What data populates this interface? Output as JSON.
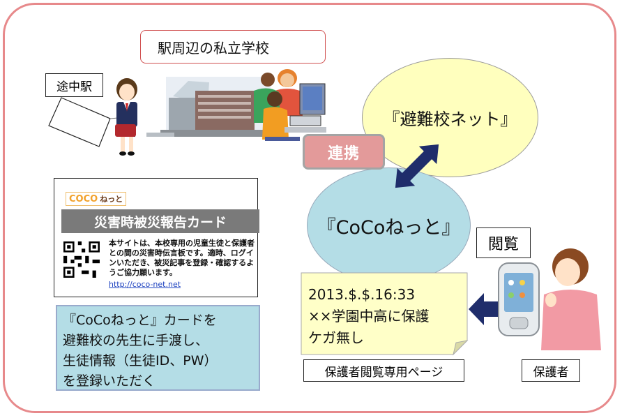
{
  "school_label": "駅周辺の私立学校",
  "station_label": "途中駅",
  "hinan_net": "『避難校ネット』",
  "renkei": "連携",
  "coco_net": "『CoCoねっと』",
  "card": {
    "logo_coco": "COCO",
    "logo_netto": "ねっと",
    "title": "災害時被災報告カード",
    "text": "本サイトは、本校専用の児童生徒と保護者との間の災害時伝言板です。適時、ログインいただき、被災記事を登録・確認するようご協力願います。",
    "url": "http://coco-net.net"
  },
  "instruction": {
    "line1": "『CoCoねっと』カードを",
    "line2": "避難校の先生に手渡し、",
    "line3": "生徒情報（生徒ID、PW）",
    "line4": "を登録いただく"
  },
  "message": {
    "line1": "2013.$.$.16:33",
    "line2": "××学園中高に保護",
    "line3": "ケガ無し"
  },
  "page_label": "保護者閲覧専用ページ",
  "parent_label": "保護者",
  "view_label": "閲覧",
  "colors": {
    "frame": "#e7898b",
    "hinan_fill": "#ffffbe",
    "coco_fill": "#b4dde6",
    "renkei_fill": "#e39a9a",
    "arrow": "#1f2d6b"
  }
}
